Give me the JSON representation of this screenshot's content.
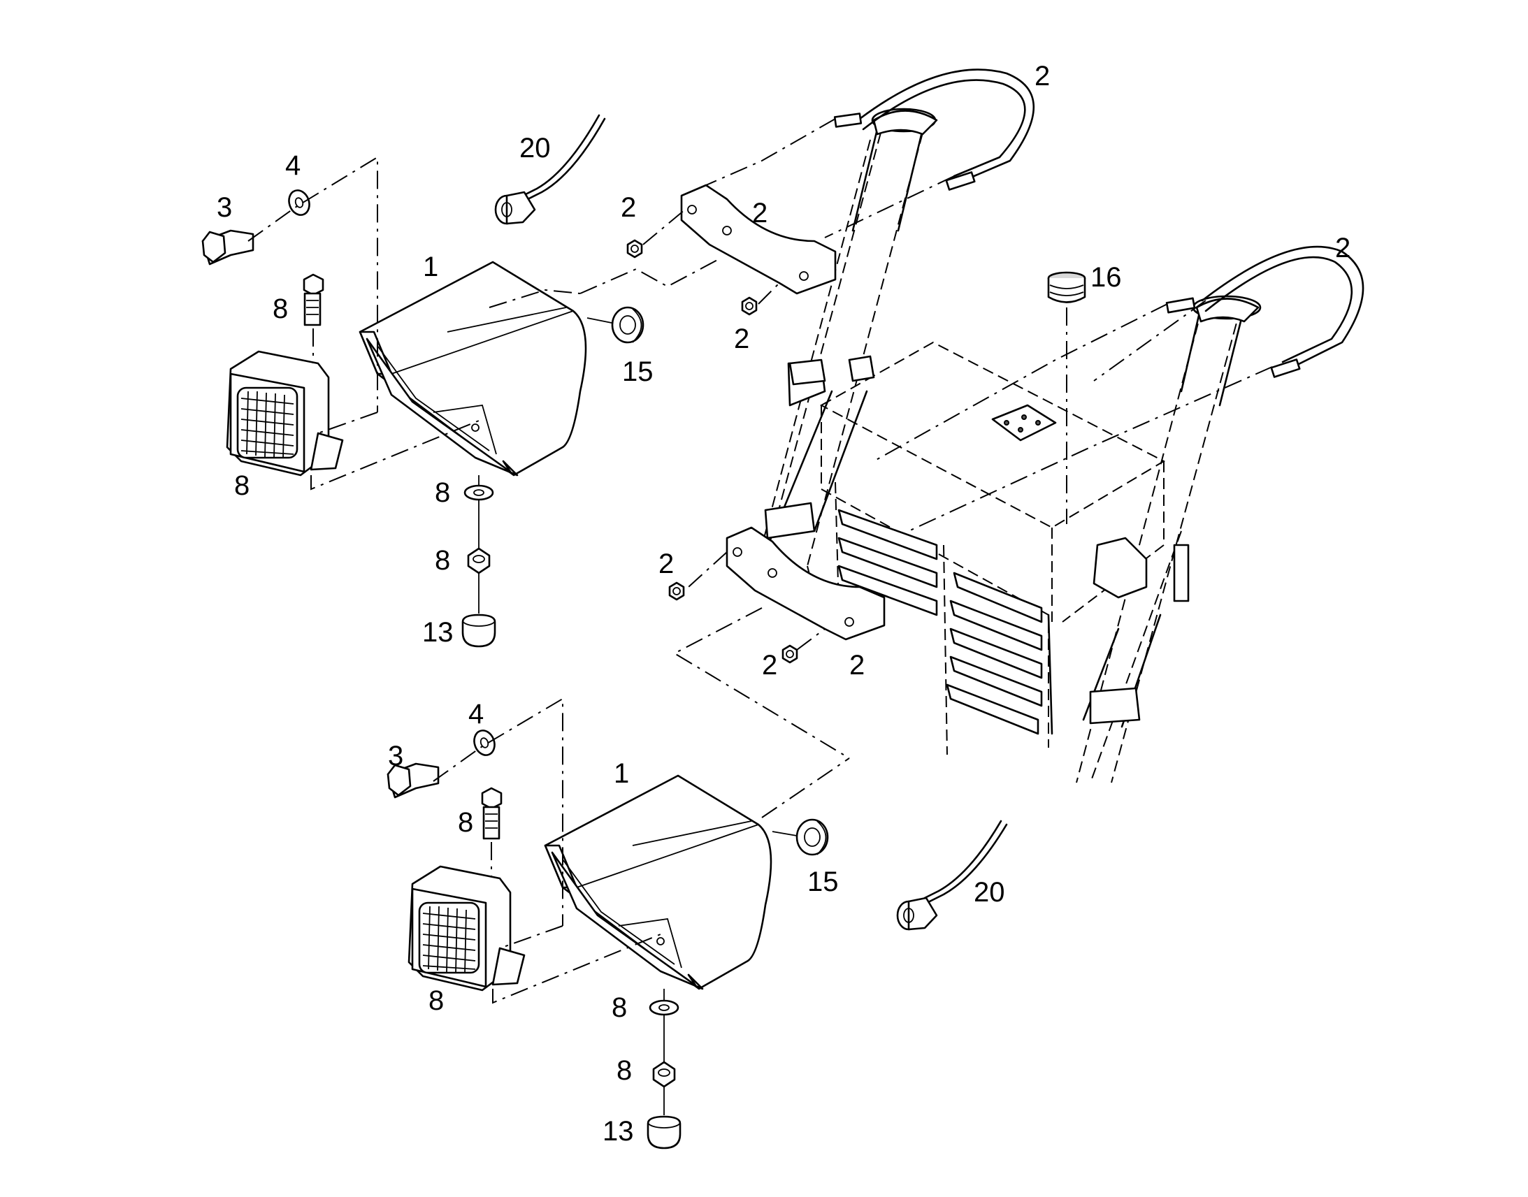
{
  "labels": {
    "top_light": {
      "housing": "1",
      "screw": "3",
      "washer": "4",
      "bolt": "8",
      "lamp": "8",
      "washer_lower": "8",
      "nut_lower": "8",
      "cap": "13",
      "grommet": "15",
      "cable": "20"
    },
    "bottom_light": {
      "housing": "1",
      "screw": "3",
      "washer": "4",
      "bolt": "8",
      "lamp": "8",
      "washer_lower": "8",
      "nut_lower": "8",
      "cap": "13",
      "grommet": "15",
      "cable": "20"
    },
    "frame": {
      "u_bolt_top": "2",
      "u_bolt_right": "2",
      "clamp_top": "2",
      "nut_top_left": "2",
      "nut_top_lower": "2",
      "nut_mid_left": "2",
      "nut_mid_lower": "2",
      "clamp_mid": "2",
      "plug": "16"
    }
  }
}
